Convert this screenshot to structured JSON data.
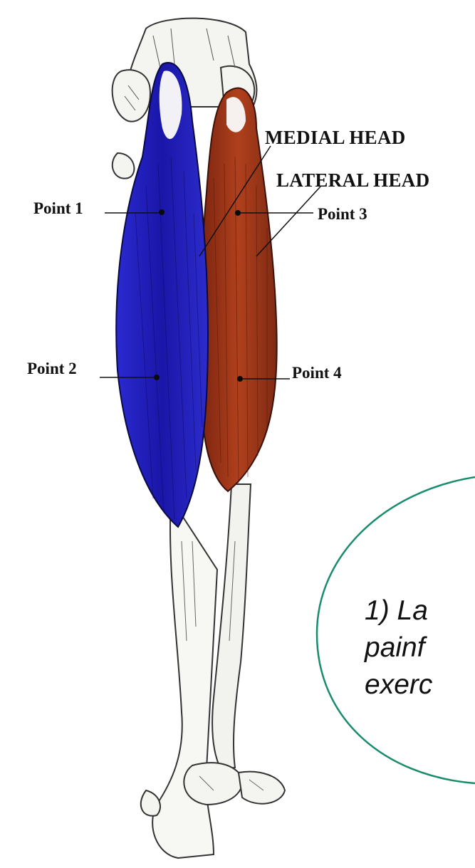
{
  "labels": {
    "medial_head": "MEDIAL HEAD",
    "lateral_head": "LATERAL HEAD",
    "point1": "Point 1",
    "point2": "Point 2",
    "point3": "Point 3",
    "point4": "Point 4"
  },
  "note": {
    "line1": "1) La",
    "line2": "painf",
    "line3": "exerc"
  },
  "colors": {
    "medial_muscle": "#1f1fb8",
    "lateral_muscle": "#9a3518",
    "note_outline": "#1a8c6e",
    "bone_outline": "#333333"
  }
}
